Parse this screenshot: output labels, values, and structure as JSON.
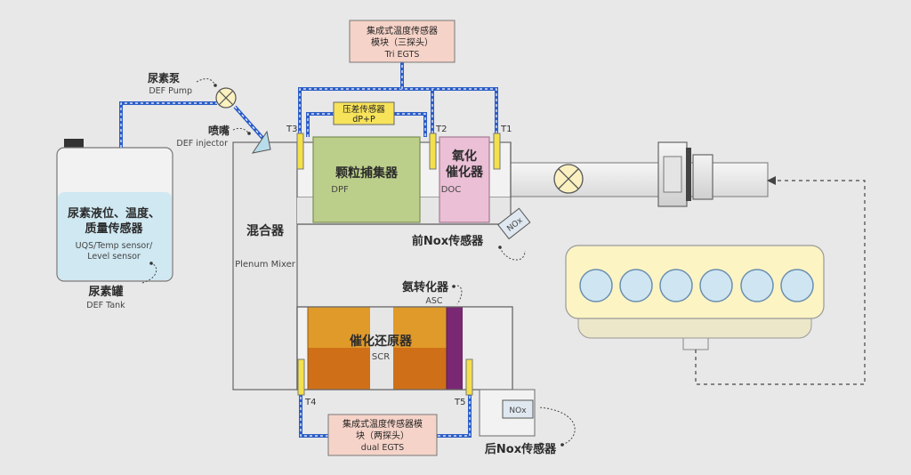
{
  "tri_egts": {
    "cn_line1": "集成式温度传感器",
    "cn_line2": "模块（三探头）",
    "en": "Tri EGTS"
  },
  "dual_egts": {
    "cn_line1": "集成式温度传感器模",
    "cn_line2": "块（两探头）",
    "en": "dual EGTS"
  },
  "dp_sensor": {
    "cn": "压差传感器",
    "en": "dP+P"
  },
  "def_pump": {
    "cn": "尿素泵",
    "en": "DEF Pump"
  },
  "def_injector": {
    "cn": "喷嘴",
    "en": "DEF injector"
  },
  "def_tank": {
    "cn": "尿素罐",
    "en": "DEF Tank"
  },
  "tank_sensor": {
    "cn_line1": "尿素液位、温度、",
    "cn_line2": "质量传感器",
    "en_line1": "UQS/Temp sensor/",
    "en_line2": "Level sensor"
  },
  "mixer": {
    "cn": "混合器",
    "en": "Plenum Mixer"
  },
  "dpf": {
    "cn": "颗粒捕集器",
    "en": "DPF"
  },
  "doc": {
    "cn_line1": "氧化",
    "cn_line2": "催化器",
    "en": "DOC"
  },
  "scr": {
    "cn": "催化还原器",
    "en": "SCR"
  },
  "asc": {
    "cn": "氨转化器",
    "en": "ASC"
  },
  "front_nox": {
    "cn": "前Nox传感器",
    "tag": "NOx"
  },
  "rear_nox": {
    "cn": "后Nox传感器",
    "tag": "NOx"
  },
  "temp_probes": {
    "t1": "T1",
    "t2": "T2",
    "t3": "T3",
    "t4": "T4",
    "t5": "T5"
  },
  "colors": {
    "background": "#e8e8e8",
    "egts_box": "#f6d3c8",
    "dp_box": "#f7e35a",
    "dpf": "#bccf8a",
    "doc": "#ebbfd6",
    "scr_top": "#e09a2a",
    "scr_bottom": "#cf7018",
    "asc": "#7a2874",
    "tank_fluid": "#cfe8f2",
    "engine": "#fdf4c4",
    "cylinder": "#cfe6f2",
    "wire": "#2c5ec8"
  }
}
